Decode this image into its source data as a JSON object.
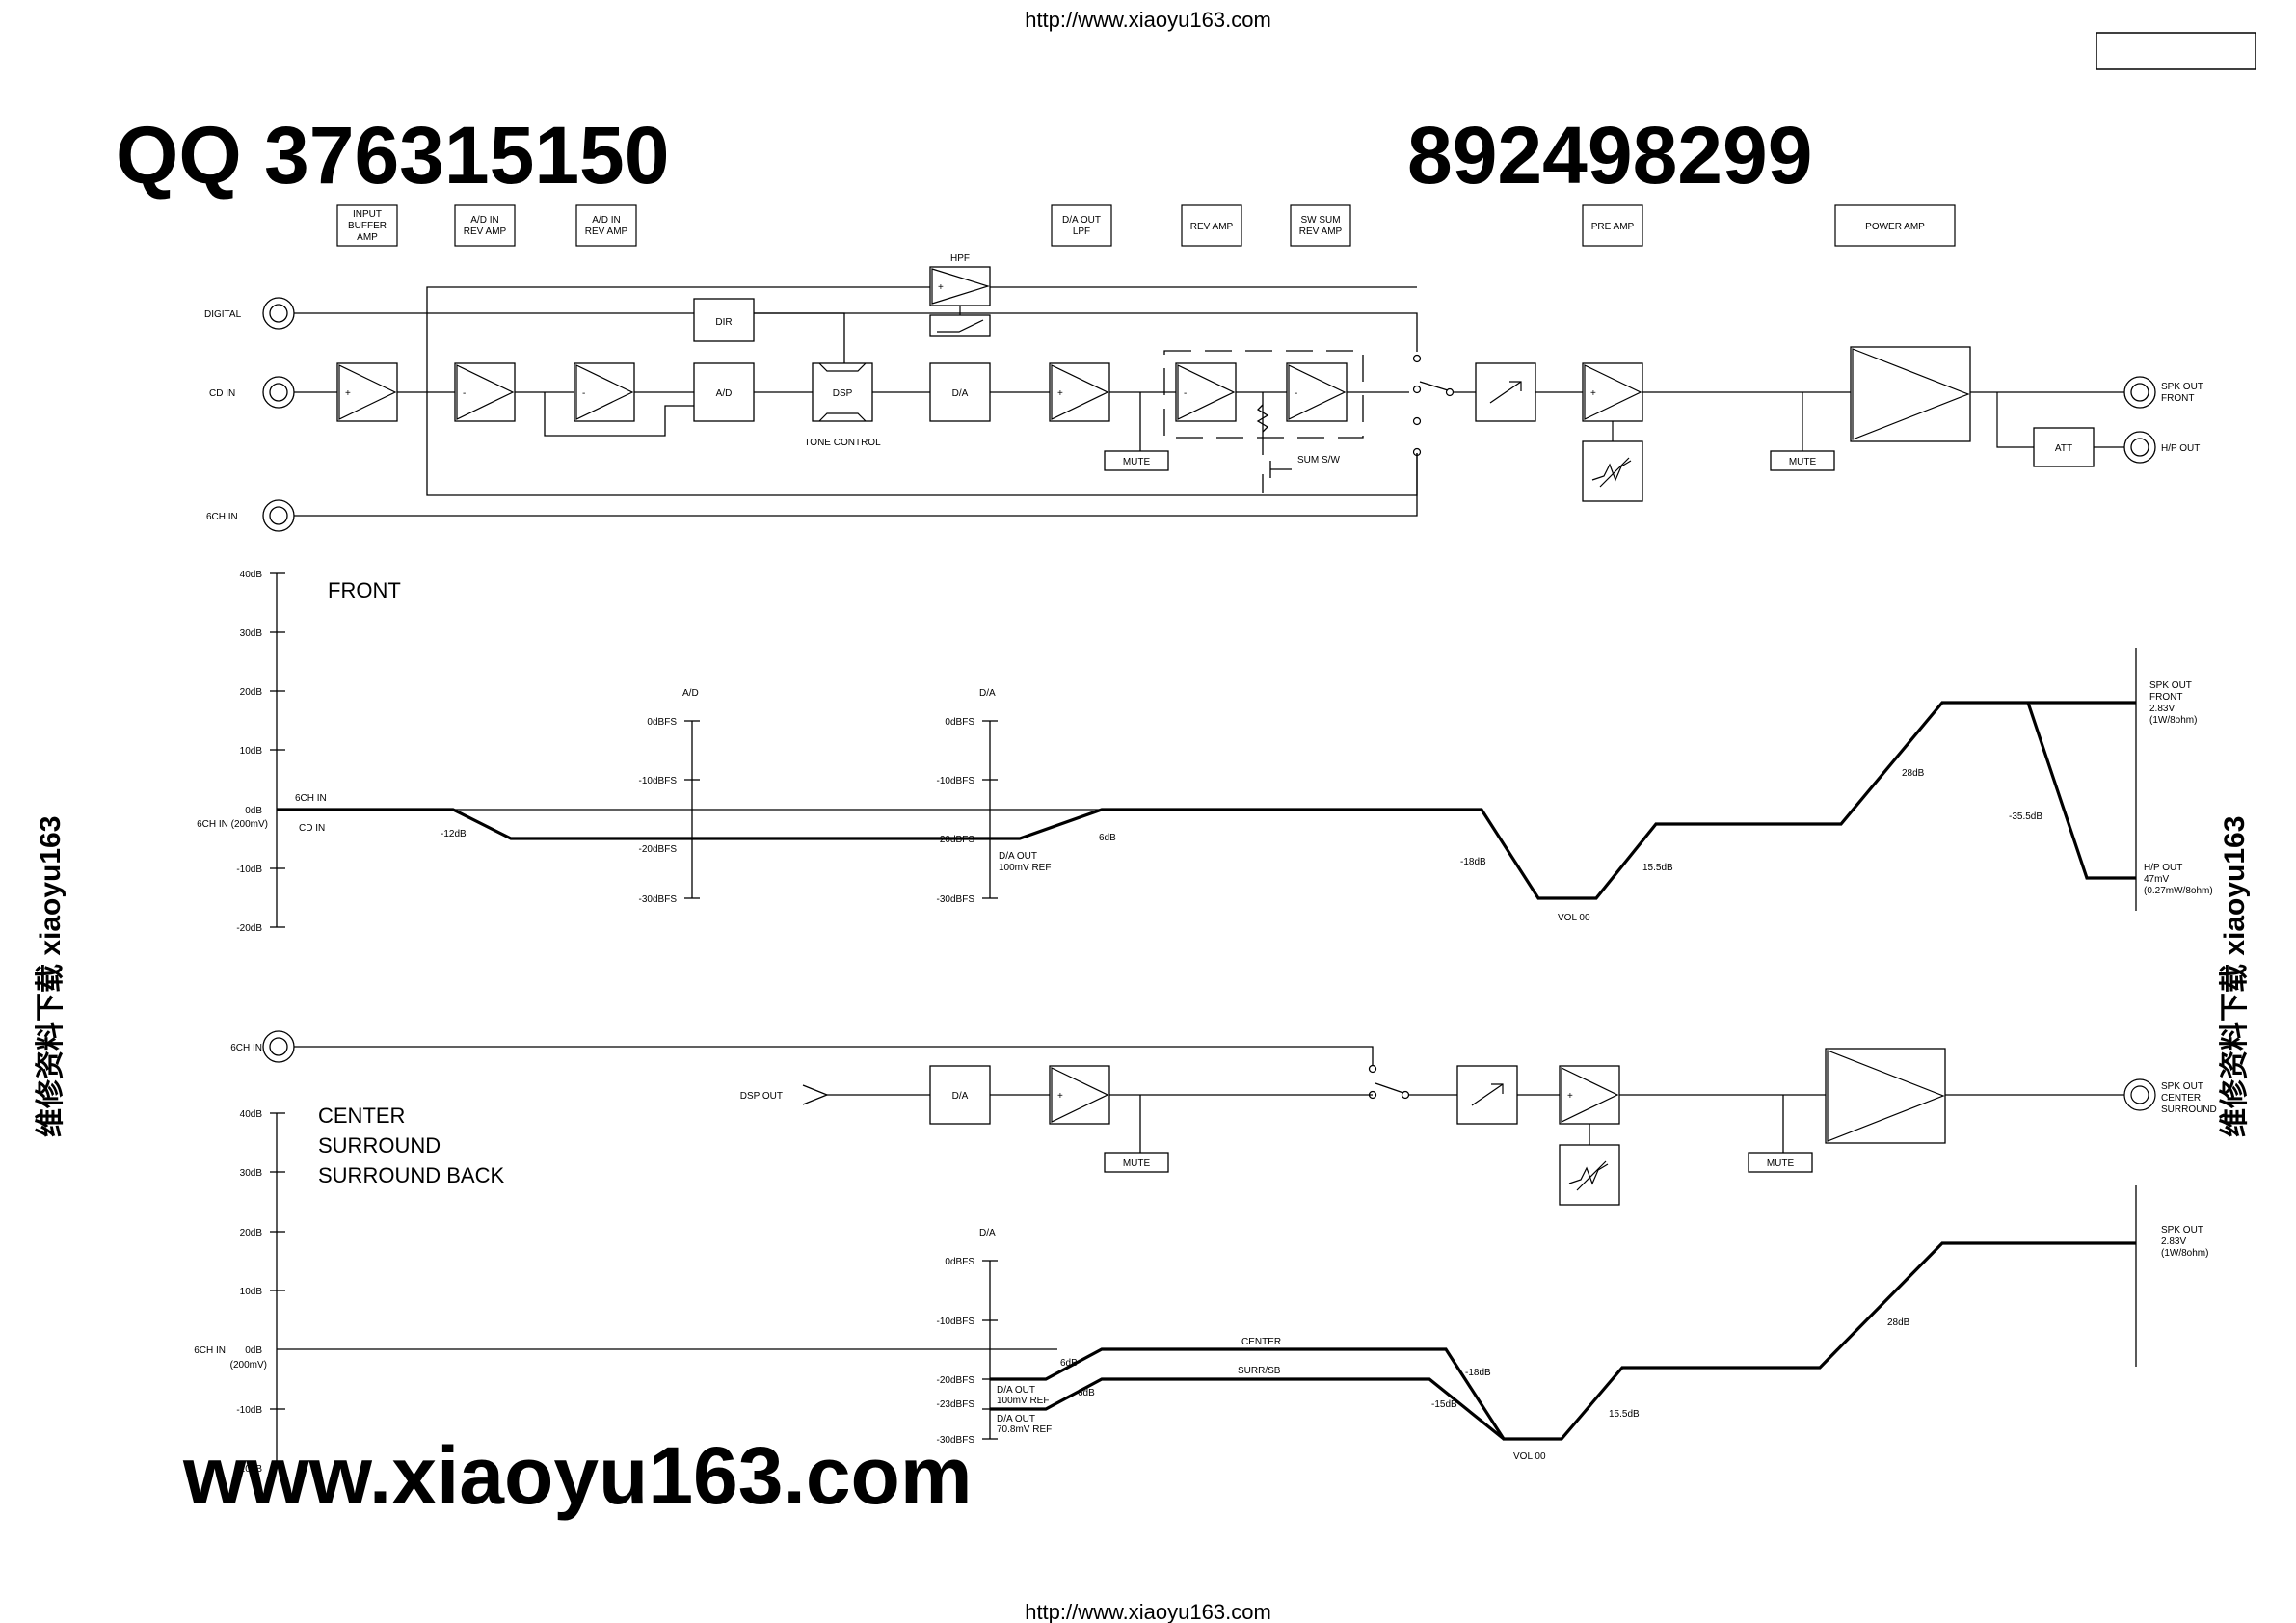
{
  "urls": {
    "top": "http://www.xiaoyu163.com",
    "bottom": "http://www.xiaoyu163.com"
  },
  "watermarks": {
    "qq": "QQ 376315150",
    "phone": "892498299",
    "web": "www.xiaoyu163.com",
    "left_vertical": "维修资料下载 xiaoyu163",
    "right_vertical": "维修资料下载 xiaoyu163"
  },
  "stage_labels": {
    "input_buffer": [
      "INPUT",
      "BUFFER",
      "AMP"
    ],
    "ad_in_1": [
      "A/D IN",
      "REV AMP"
    ],
    "ad_in_2": [
      "A/D IN",
      "REV AMP"
    ],
    "da_out": [
      "D/A OUT",
      "LPF"
    ],
    "rev_amp": "REV AMP",
    "sw_sum": [
      "SW SUM",
      "REV AMP"
    ],
    "pre_amp": "PRE AMP",
    "power_amp": "POWER AMP"
  },
  "front_block": {
    "inputs": {
      "digital": "DIGITAL",
      "cd": "CD IN",
      "six": "6CH IN"
    },
    "blocks": {
      "dir": "DIR",
      "ad": "A/D",
      "dsp": "DSP",
      "da": "D/A",
      "hpf": "HPF",
      "att": "ATT"
    },
    "tone_control": "TONE CONTROL",
    "mute": "MUTE",
    "sum_sw": "SUM S/W",
    "outputs": {
      "spk": [
        "SPK OUT",
        "FRONT"
      ],
      "hp": "H/P OUT"
    },
    "signs": {
      "plus": "+",
      "minus": "-"
    }
  },
  "front_graph": {
    "title": "FRONT",
    "y_ticks": [
      "40dB",
      "30dB",
      "20dB",
      "10dB",
      "0dB",
      "-10dB",
      "-20dB"
    ],
    "y_extra": "6CH IN (200mV)",
    "ad_label": "A/D",
    "ad_ticks": [
      "0dBFS",
      "-10dBFS",
      "-20dBFS",
      "-30dBFS"
    ],
    "da_label": "D/A",
    "da_ticks": [
      "0dBFS",
      "-10dBFS",
      "-20dBFS",
      "-30dBFS"
    ],
    "annotations": {
      "ch6": "6CH IN",
      "cd": "CD IN",
      "m12": "-12dB",
      "da_out": [
        "D/A OUT",
        "100mV REF"
      ],
      "g6": "6dB",
      "m18": "-18dB",
      "g155": "15.5dB",
      "vol": "VOL 00",
      "g28": "28dB",
      "m355": "-35.5dB",
      "spk_out": [
        "SPK OUT",
        "FRONT",
        "2.83V",
        "(1W/8ohm)"
      ],
      "hp_out": [
        "H/P OUT",
        "47mV",
        "(0.27mW/8ohm)"
      ]
    }
  },
  "center_block": {
    "six": "6CH IN",
    "dsp_out": "DSP OUT",
    "da": "D/A",
    "mute": "MUTE",
    "outputs": [
      "SPK OUT",
      "CENTER",
      "SURROUND"
    ]
  },
  "center_graph": {
    "title": [
      "CENTER",
      "SURROUND",
      "SURROUND BACK"
    ],
    "y_ticks": [
      "40dB",
      "30dB",
      "20dB",
      "10dB",
      "0dB",
      "-10dB",
      "-20dB"
    ],
    "y_extra": [
      "6CH IN",
      "(200mV)"
    ],
    "da_label": "D/A",
    "da_ticks": [
      "0dBFS",
      "-10dBFS",
      "-20dBFS",
      "-23dBFS",
      "-30dBFS"
    ],
    "annotations": {
      "g6a": "6dB",
      "g6b": "6dB",
      "da_out1": [
        "D/A OUT",
        "100mV REF"
      ],
      "da_out2": [
        "D/A OUT",
        "70.8mV REF"
      ],
      "center": "CENTER",
      "surr": "SURR/SB",
      "m18": "-18dB",
      "m15": "-15dB",
      "g155": "15.5dB",
      "vol": "VOL 00",
      "g28": "28dB",
      "spk_out": [
        "SPK OUT",
        "2.83V",
        "(1W/8ohm)"
      ]
    }
  }
}
